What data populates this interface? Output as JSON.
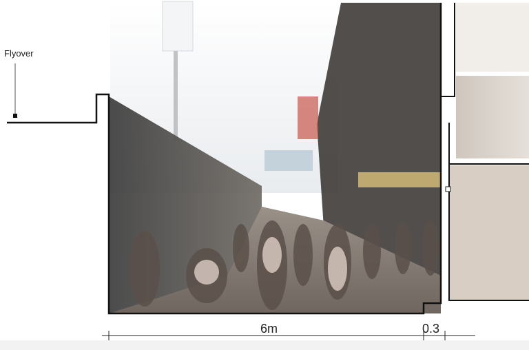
{
  "labels": {
    "flyover": "Flyover",
    "street_width": "6m",
    "wall_offset": "0.3"
  },
  "colors": {
    "outline": "#111111",
    "street_ground": "#8a7f73",
    "sky": "#f4f6f8",
    "wall_left": "#4d4d4d",
    "shop_awning": "#d9c27a"
  }
}
